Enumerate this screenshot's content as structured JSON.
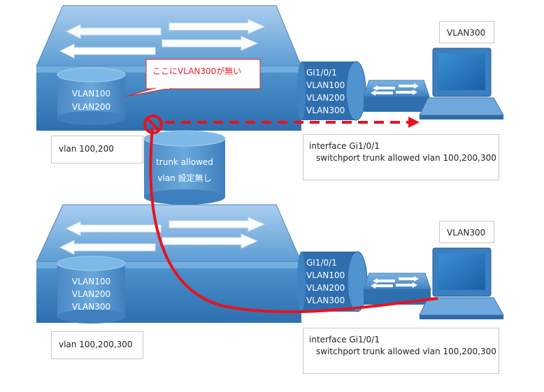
{
  "top": {
    "switch_vlans": [
      "VLAN100",
      "VLAN200"
    ],
    "port_labels": [
      "GI1/0/1",
      "VLAN100",
      "VLAN200",
      "VLAN300"
    ],
    "pc_label": "VLAN300",
    "callout": "ここにVLAN300が無い",
    "config_left": "vlan 100,200",
    "config_right": [
      "interface Gi1/0/1",
      "switchport trunk allowed vlan 100,200,300"
    ]
  },
  "trunk": {
    "lines": [
      "trunk allowed",
      "vlan 設定無し"
    ]
  },
  "bottom": {
    "switch_vlans": [
      "VLAN100",
      "VLAN200",
      "VLAN300"
    ],
    "port_labels": [
      "GI1/0/1",
      "VLAN100",
      "VLAN200",
      "VLAN300"
    ],
    "pc_label": "VLAN300",
    "config_left": "vlan 100,200,300",
    "config_right": [
      "interface Gi1/0/1",
      "switchport trunk allowed vlan 100,200,300"
    ]
  },
  "colors": {
    "switch_top": "#7fb5e0",
    "switch_front": "#3f87c6",
    "cylinder": "#5b9bd5",
    "traffic_red": "#e8121e",
    "callout_border": "#e8202a"
  }
}
